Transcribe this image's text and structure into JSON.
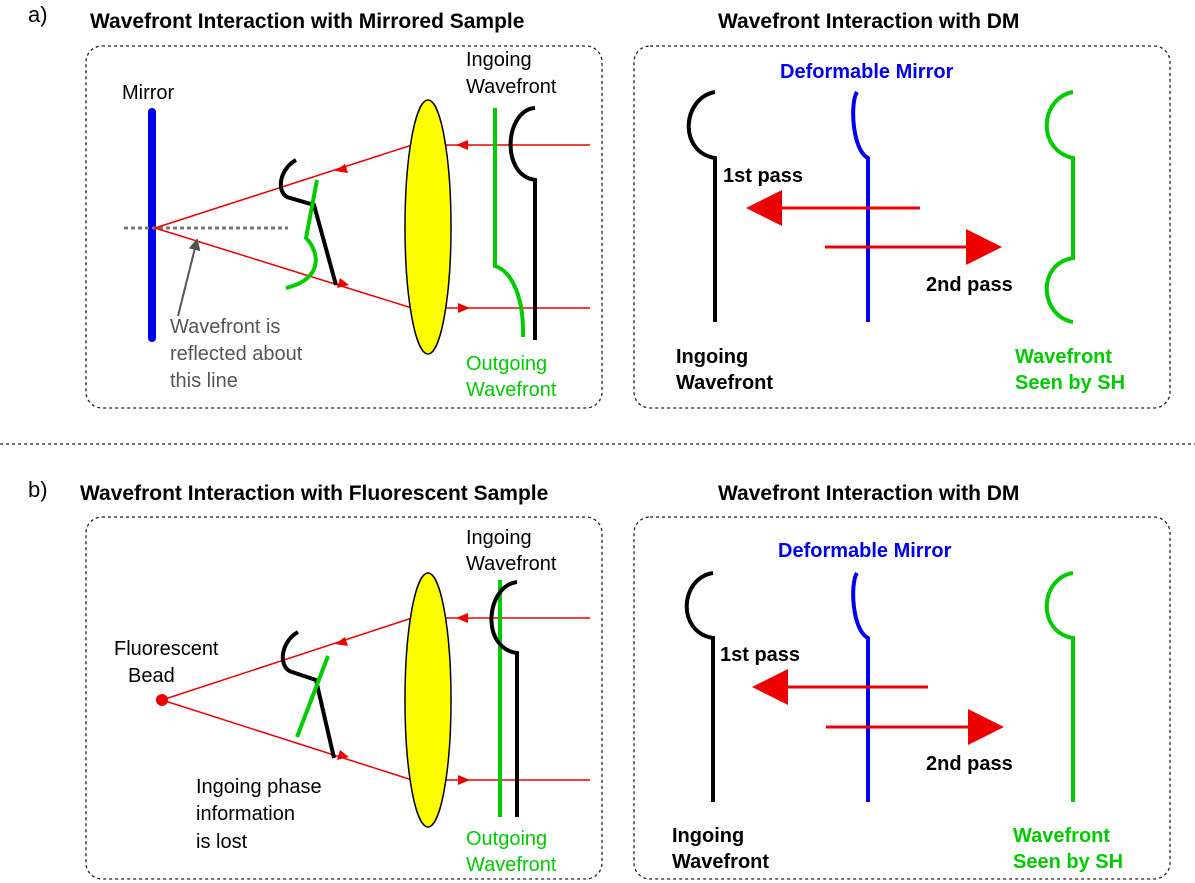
{
  "colors": {
    "mirror": "#0000ee",
    "dm": "#0000ee",
    "ray": "#ee0000",
    "lens": "#ffff00",
    "outgoing": "#00cc00",
    "ingoing": "#000000",
    "note": "#555555"
  },
  "panel_a": {
    "tag": "a)",
    "left_title": "Wavefront Interaction with Mirrored Sample",
    "right_title": "Wavefront Interaction with DM",
    "mirror_label": "Mirror",
    "ingoing_line1": "Ingoing",
    "ingoing_line2": "Wavefront",
    "outgoing_line1": "Outgoing",
    "outgoing_line2": "Wavefront",
    "note_line1": "Wavefront is",
    "note_line2": "reflected about",
    "note_line3": "this line",
    "dm_label": "Deformable Mirror",
    "first_pass": "1st pass",
    "second_pass": "2nd pass",
    "dm_in_line1": "Ingoing",
    "dm_in_line2": "Wavefront",
    "sh_line1": "Wavefront",
    "sh_line2": "Seen by SH"
  },
  "panel_b": {
    "tag": "b)",
    "left_title": "Wavefront Interaction with Fluorescent Sample",
    "right_title": "Wavefront Interaction with DM",
    "bead_line1": "Fluorescent",
    "bead_line2": "Bead",
    "ingoing_line1": "Ingoing",
    "ingoing_line2": "Wavefront",
    "outgoing_line1": "Outgoing",
    "outgoing_line2": "Wavefront",
    "lost_line1": "Ingoing phase",
    "lost_line2": "information",
    "lost_line3": "is lost",
    "dm_label": "Deformable Mirror",
    "first_pass": "1st pass",
    "second_pass": "2nd pass",
    "dm_in_line1": "Ingoing",
    "dm_in_line2": "Wavefront",
    "sh_line1": "Wavefront",
    "sh_line2": "Seen by SH"
  }
}
